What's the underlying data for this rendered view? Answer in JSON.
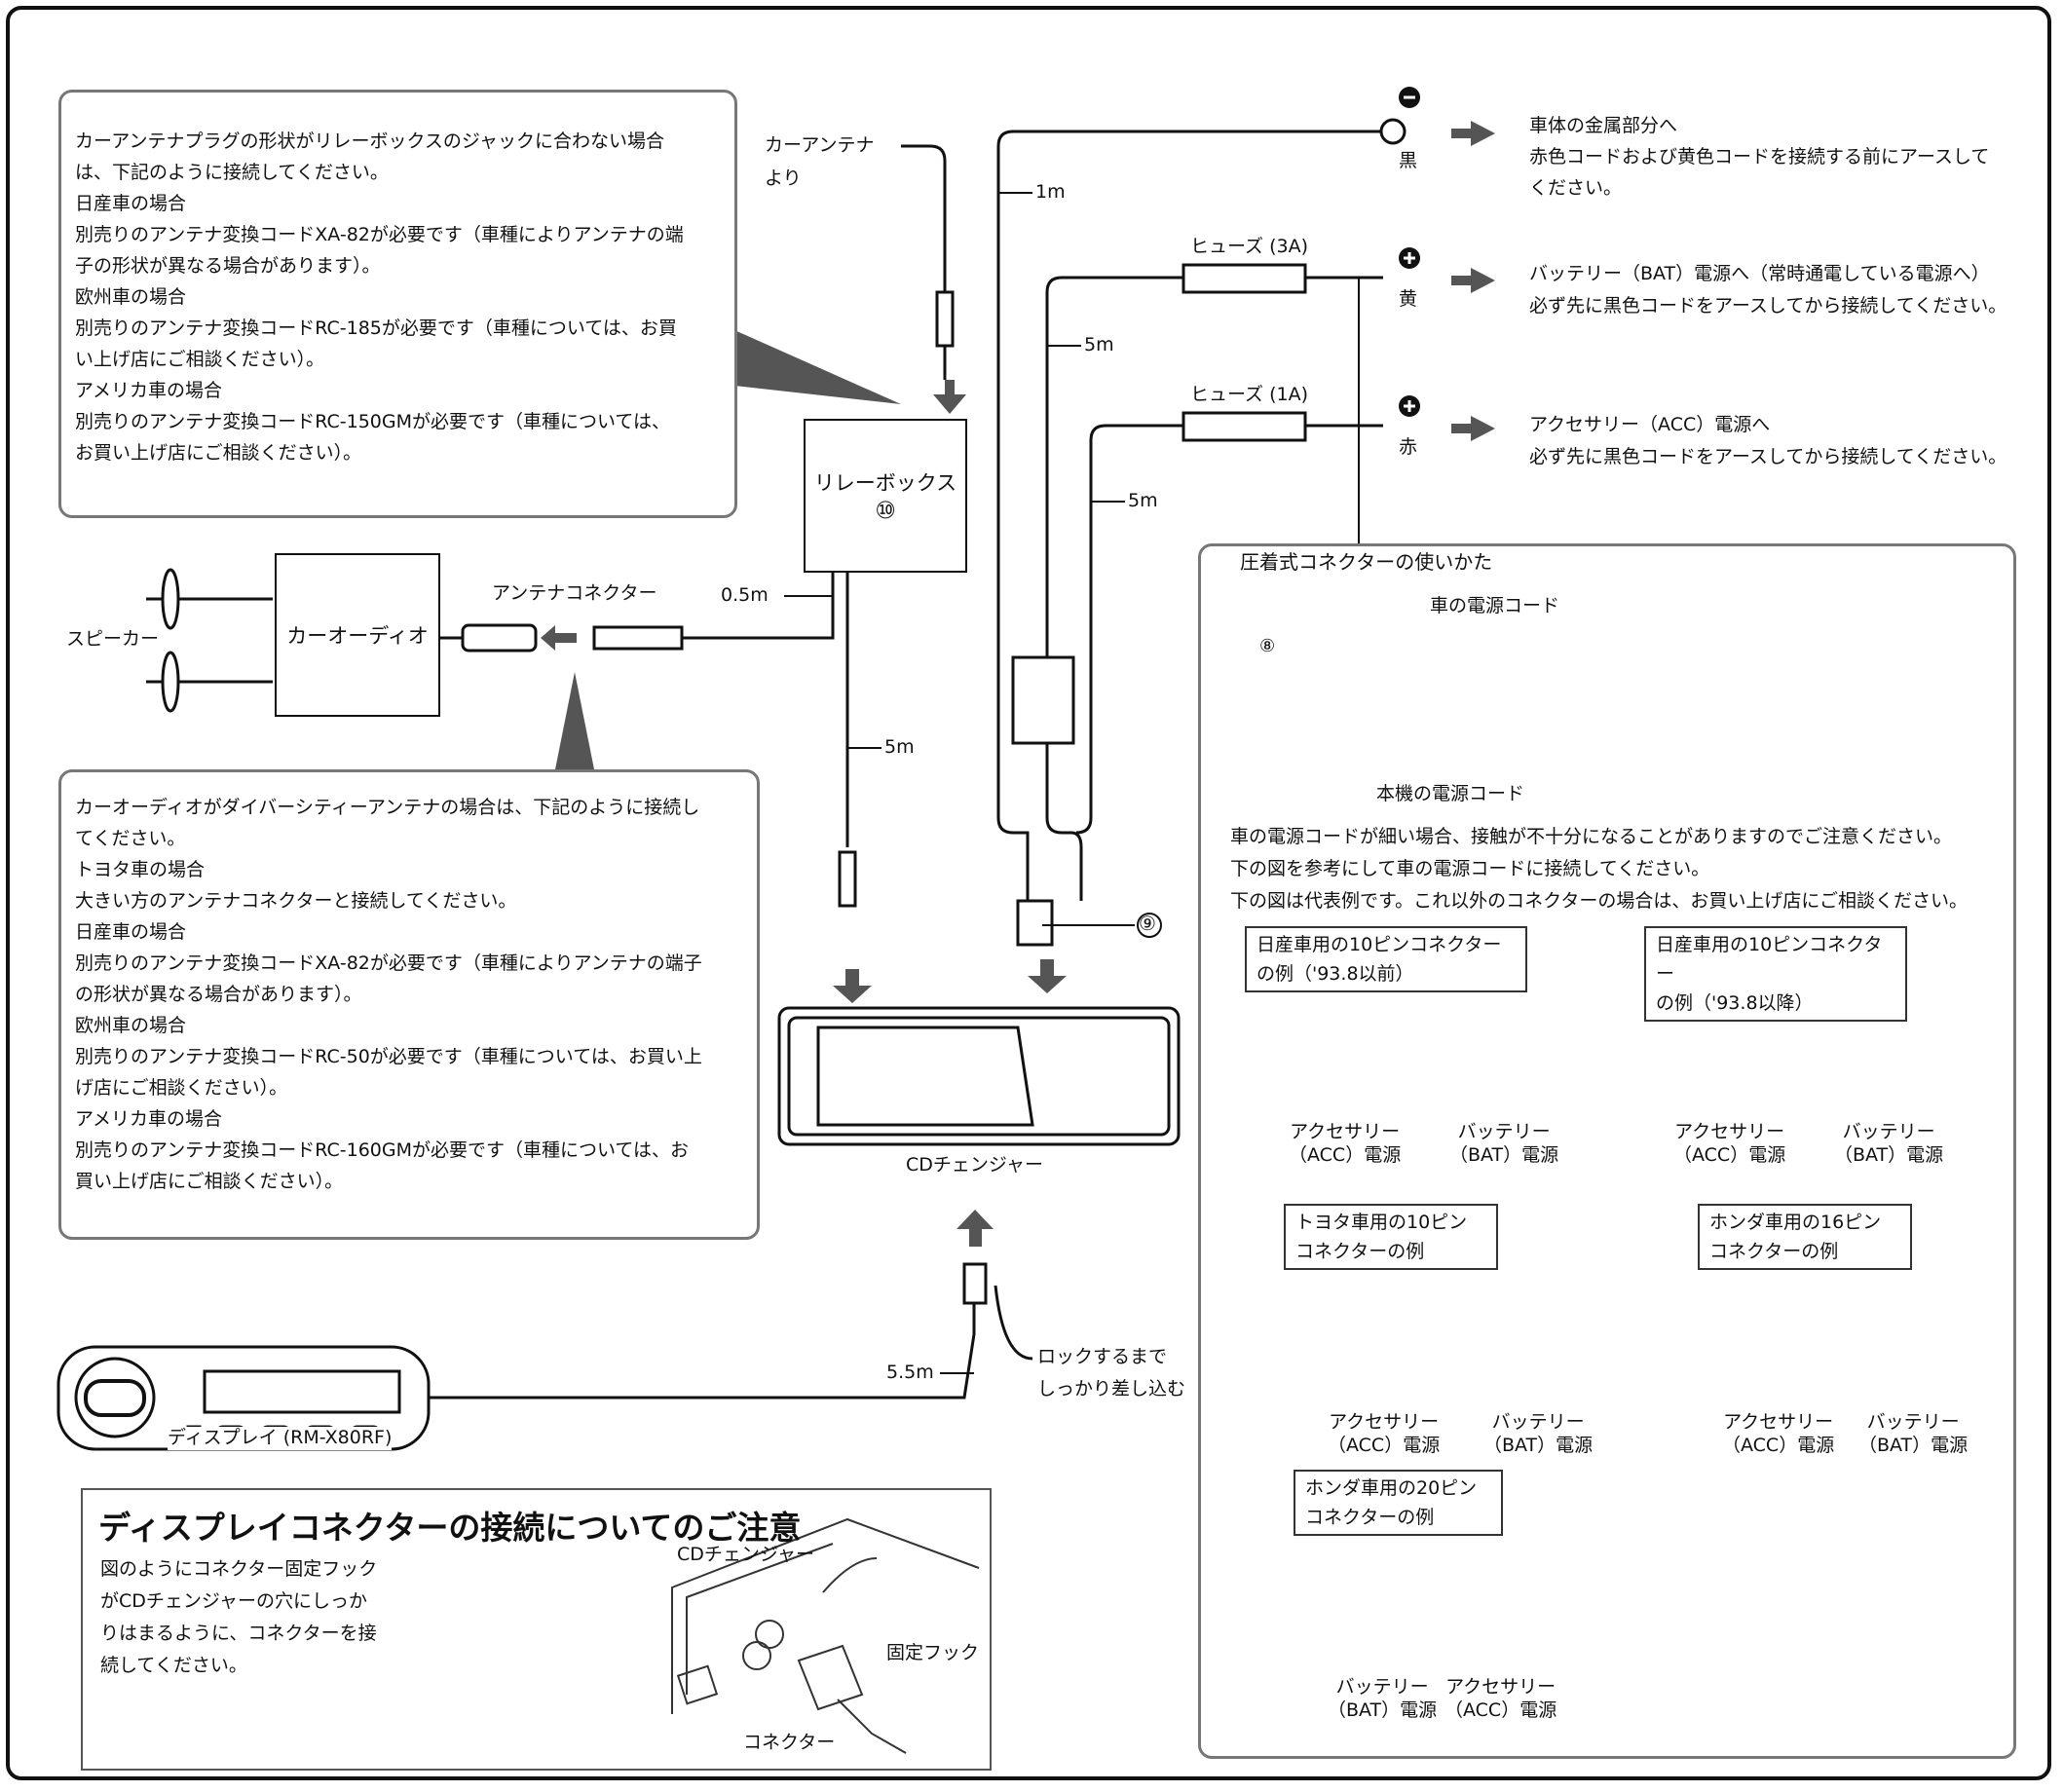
{
  "antenna_note": {
    "lines": [
      "カーアンテナプラグの形状がリレーボックスのジャックに合わない場合",
      "は、下記のように接続してください。",
      "日産車の場合",
      "別売りのアンテナ変換コードXA-82が必要です（車種によりアンテナの端",
      "子の形状が異なる場合があります）。",
      "欧州車の場合",
      "別売りのアンテナ変換コードRC-185が必要です（車種については、お買",
      "い上げ店にご相談ください）。",
      "アメリカ車の場合",
      "別売りのアンテナ変換コードRC-150GMが必要です（車種については、",
      "お買い上げ店にご相談ください）。"
    ]
  },
  "diversity_note": {
    "lines": [
      "カーオーディオがダイバーシティーアンテナの場合は、下記のように接続し",
      "てください。",
      "トヨタ車の場合",
      "大きい方のアンテナコネクターと接続してください。",
      "日産車の場合",
      "別売りのアンテナ変換コードXA-82が必要です（車種によりアンテナの端子",
      "の形状が異なる場合があります）。",
      "欧州車の場合",
      "別売りのアンテナ変換コードRC-50が必要です（車種については、お買い上",
      "げ店にご相談ください）。",
      "アメリカ車の場合",
      "別売りのアンテナ変換コードRC-160GMが必要です（車種については、お",
      "買い上げ店にご相談ください）。"
    ]
  },
  "diagram": {
    "car_antenna": "カーアンテナ",
    "from": "より",
    "relay_box": "リレーボックス",
    "relay_box_num": "⑩",
    "car_audio": "カーオーディオ",
    "speaker": "スピーカー",
    "antenna_connector": "アンテナコネクター",
    "cd_changer": "CDチェンジャー",
    "display": "ディスプレイ (RM-X80RF)",
    "lock_line1": "ロックするまで",
    "lock_line2": "しっかり差し込む",
    "connector_num": "⑨",
    "len_1m": "1m",
    "len_5m_a": "5m",
    "len_5m_b": "5m",
    "len_5m_c": "5m",
    "len_05m": "0.5m",
    "len_55m": "5.5m"
  },
  "power": {
    "fuse_3a": "ヒューズ (3A)",
    "fuse_1a": "ヒューズ (1A)",
    "black": "黒",
    "yellow": "黄",
    "red": "赤",
    "ground_line1": "車体の金属部分へ",
    "ground_line2": "赤色コードおよび黄色コードを接続する前にアースして",
    "ground_line3": "ください。",
    "bat_line1": "バッテリー（BAT）電源へ（常時通電している電源へ）",
    "bat_line2": "必ず先に黒色コードをアースしてから接続してください。",
    "acc_line1": "アクセサリー（ACC）電源へ",
    "acc_line2": "必ず先に黒色コードをアースしてから接続してください。"
  },
  "crimp": {
    "title": "圧着式コネクターの使いかた",
    "num8": "⑧",
    "car_cord": "車の電源コード",
    "unit_cord": "本機の電源コード",
    "note1": "車の電源コードが細い場合、接触が不十分になることがありますのでご注意ください。",
    "note2": "下の図を参考にして車の電源コードに接続してください。",
    "note3": "下の図は代表例です。これ以外のコネクターの場合は、お買い上げ店にご相談ください。",
    "nissan_old_1": "日産車用の10ピンコネクター",
    "nissan_old_2": "の例（'93.8以前）",
    "nissan_new_1": "日産車用の10ピンコネクター",
    "nissan_new_2": "の例（'93.8以降）",
    "toyota_1": "トヨタ車用の10ピン",
    "toyota_2": "コネクターの例",
    "honda16_1": "ホンダ車用の16ピン",
    "honda16_2": "コネクターの例",
    "honda20_1": "ホンダ車用の20ピン",
    "honda20_2": "コネクターの例",
    "acc_1": "アクセサリー",
    "acc_2": "（ACC）電源",
    "bat_1": "バッテリー",
    "bat_2": "（BAT）電源"
  },
  "display_note": {
    "title": "ディスプレイコネクターの接続についてのご注意",
    "lines": [
      "図のようにコネクター固定フック",
      "がCDチェンジャーの穴にしっか",
      "りはまるように、コネクターを接",
      "続してください。"
    ],
    "cd_changer": "CDチェンジャー",
    "hook": "固定フック",
    "connector": "コネクター"
  }
}
